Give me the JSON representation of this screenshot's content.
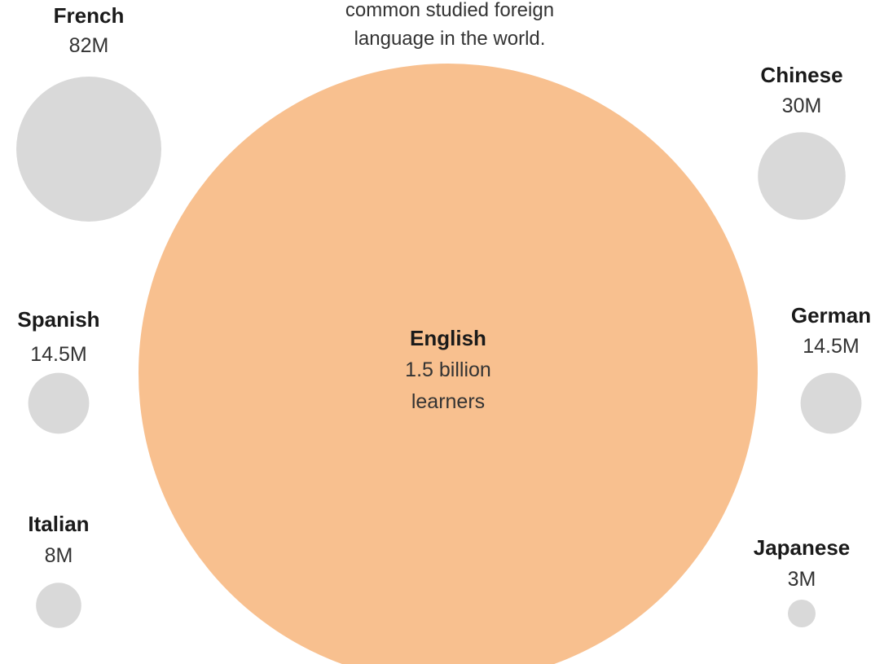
{
  "chart_data": {
    "type": "bubble",
    "caption_lines": [
      "common studied foreign",
      "language in the world."
    ],
    "bubbles": [
      {
        "name": "French",
        "label": "82M",
        "value": 82000000,
        "unit": "learners",
        "color": "#d9d9d9"
      },
      {
        "name": "Chinese",
        "label": "30M",
        "value": 30000000,
        "unit": "learners",
        "color": "#d9d9d9"
      },
      {
        "name": "Spanish",
        "label": "14.5M",
        "value": 14500000,
        "unit": "learners",
        "color": "#d9d9d9"
      },
      {
        "name": "German",
        "label": "14.5M",
        "value": 14500000,
        "unit": "learners",
        "color": "#d9d9d9"
      },
      {
        "name": "Italian",
        "label": "8M",
        "value": 8000000,
        "unit": "learners",
        "color": "#d9d9d9"
      },
      {
        "name": "Japanese",
        "label": "3M",
        "value": 3000000,
        "unit": "learners",
        "color": "#d9d9d9"
      },
      {
        "name": "English",
        "label_lines": [
          "1.5 billion",
          "learners"
        ],
        "value": 1500000000,
        "unit": "learners",
        "color": "#f8c08f"
      }
    ]
  }
}
